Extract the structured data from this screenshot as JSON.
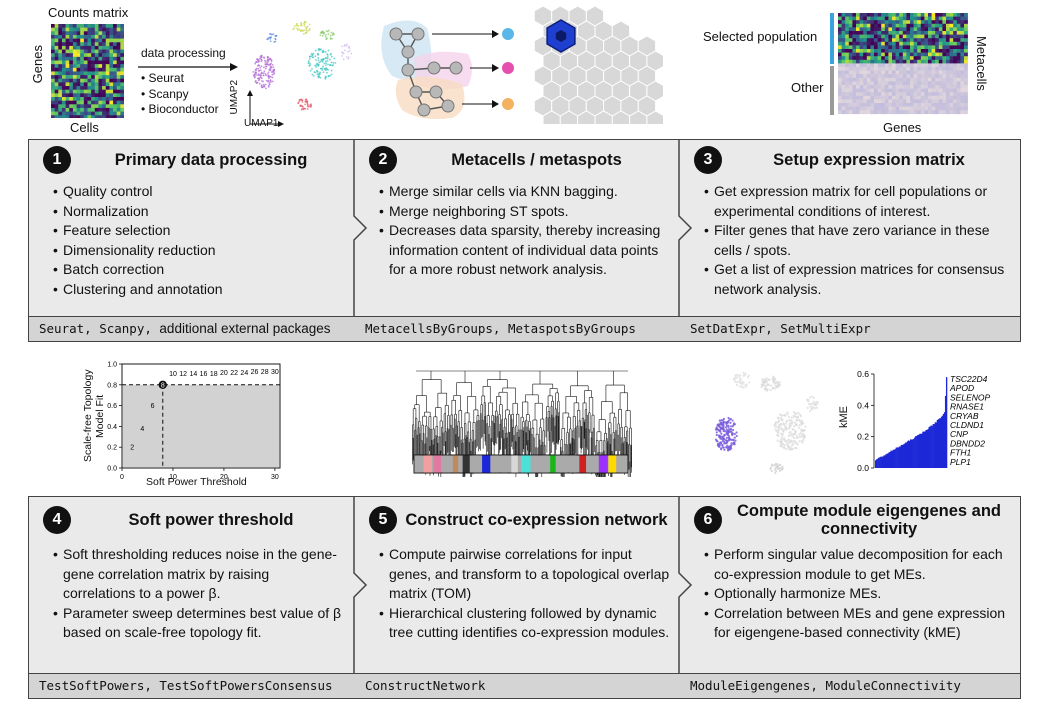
{
  "top": {
    "counts_matrix_label": "Counts matrix",
    "genes_label": "Genes",
    "cells_label": "Cells",
    "data_processing_label": "data processing",
    "tools": [
      "Seurat",
      "Scanpy",
      "Bioconductor"
    ],
    "umap1_label": "UMAP1",
    "umap2_label": "UMAP2",
    "selected_population_label": "Selected population",
    "other_label": "Other",
    "metacells_label": "Metacells",
    "genes_bottom_label": "Genes"
  },
  "steps_row1": [
    {
      "number": "1",
      "title": "Primary data processing",
      "bullets": [
        "Quality control",
        "Normalization",
        "Feature selection",
        "Dimensionality reduction",
        "Batch correction",
        "Clustering and annotation"
      ],
      "functions": "Seurat, Scanpy,",
      "functions_extra": "additional external packages"
    },
    {
      "number": "2",
      "title": "Metacells / metaspots",
      "bullets": [
        "Merge similar cells via KNN bagging.",
        "Merge neighboring ST spots.",
        "Decreases data sparsity, thereby increasing information content of individual data points for a more robust network analysis."
      ],
      "functions": "MetacellsByGroups, MetaspotsByGroups",
      "functions_extra": ""
    },
    {
      "number": "3",
      "title": "Setup expression matrix",
      "bullets": [
        "Get expression matrix for cell populations or experimental conditions of interest.",
        "Filter genes that have zero variance in these cells / spots.",
        "Get a list of expression matrices for consensus network analysis."
      ],
      "functions": "SetDatExpr, SetMultiExpr",
      "functions_extra": ""
    }
  ],
  "steps_row2": [
    {
      "number": "4",
      "title": "Soft power threshold",
      "bullets": [
        "Soft thresholding reduces noise in the gene-gene correlation matrix by raising correlations to a power β.",
        "Parameter sweep determines best value of β based on scale-free topology fit."
      ],
      "functions": "TestSoftPowers, TestSoftPowersConsensus",
      "functions_extra": ""
    },
    {
      "number": "5",
      "title": "Construct co-expression network",
      "bullets": [
        "Compute pairwise correlations for input genes, and transform to a topological overlap matrix (TOM)",
        "Hierarchical clustering followed by dynamic tree cutting identifies co-expression modules."
      ],
      "functions": "ConstructNetwork",
      "functions_extra": ""
    },
    {
      "number": "6",
      "title": "Compute module eigengenes and connectivity",
      "bullets": [
        "Perform singular value decomposition for each co-expression module to get MEs.",
        "Optionally harmonize MEs.",
        "Correlation between MEs and gene expression for eigengene-based connectivity (kME)"
      ],
      "functions": "ModuleEigengenes, ModuleConnectivity",
      "functions_extra": ""
    }
  ],
  "chart_data": [
    {
      "type": "scatter",
      "title": "",
      "xlabel": "Soft Power Threshold",
      "ylabel": "Scale-free Topology Model Fit",
      "xlim": [
        0,
        31
      ],
      "ylim": [
        0,
        1.0
      ],
      "xticks": [
        "0",
        "10",
        "20",
        "30"
      ],
      "yticks": [
        "0.0",
        "0.2",
        "0.4",
        "0.6",
        "0.8",
        "1.0"
      ],
      "threshold_y": 0.8,
      "selected_power": 8,
      "selected_label": "8",
      "points": [
        {
          "label": "2",
          "x": 2,
          "y": 0.2
        },
        {
          "label": "4",
          "x": 4,
          "y": 0.38
        },
        {
          "label": "6",
          "x": 6,
          "y": 0.6
        },
        {
          "label": "10",
          "x": 10,
          "y": 0.91
        },
        {
          "label": "12",
          "x": 12,
          "y": 0.91
        },
        {
          "label": "14",
          "x": 14,
          "y": 0.91
        },
        {
          "label": "16",
          "x": 16,
          "y": 0.91
        },
        {
          "label": "18",
          "x": 18,
          "y": 0.91
        },
        {
          "label": "20",
          "x": 20,
          "y": 0.92
        },
        {
          "label": "22",
          "x": 22,
          "y": 0.92
        },
        {
          "label": "24",
          "x": 24,
          "y": 0.92
        },
        {
          "label": "26",
          "x": 26,
          "y": 0.93
        },
        {
          "label": "28",
          "x": 28,
          "y": 0.93
        },
        {
          "label": "30",
          "x": 30,
          "y": 0.93
        }
      ]
    },
    {
      "type": "bar",
      "title": "",
      "xlabel": "",
      "ylabel": "kME",
      "ylim": [
        0,
        0.6
      ],
      "yticks": [
        "0.0",
        "0.2",
        "0.4",
        "0.6"
      ],
      "bar_color": "#1c28d8",
      "genes": [
        "TSC22D4",
        "APOD",
        "SELENOP",
        "RNASE1",
        "CRYAB",
        "CLDND1",
        "CNP",
        "DBNDD2",
        "FTH1",
        "PLP1"
      ]
    }
  ]
}
